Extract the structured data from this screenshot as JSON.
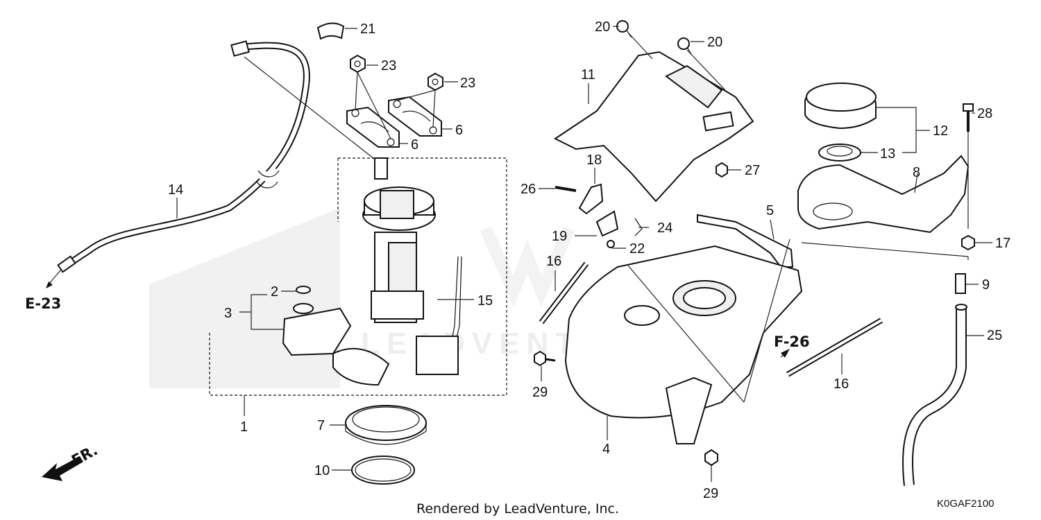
{
  "diagram": {
    "callouts": [
      {
        "id": "c1",
        "text": "1"
      },
      {
        "id": "c2",
        "text": "2"
      },
      {
        "id": "c3",
        "text": "3"
      },
      {
        "id": "c4",
        "text": "4"
      },
      {
        "id": "c5",
        "text": "5"
      },
      {
        "id": "c6a",
        "text": "6"
      },
      {
        "id": "c6b",
        "text": "6"
      },
      {
        "id": "c7",
        "text": "7"
      },
      {
        "id": "c8",
        "text": "8"
      },
      {
        "id": "c9",
        "text": "9"
      },
      {
        "id": "c10",
        "text": "10"
      },
      {
        "id": "c11",
        "text": "11"
      },
      {
        "id": "c12",
        "text": "12"
      },
      {
        "id": "c13",
        "text": "13"
      },
      {
        "id": "c14",
        "text": "14"
      },
      {
        "id": "c15",
        "text": "15"
      },
      {
        "id": "c16a",
        "text": "16"
      },
      {
        "id": "c16b",
        "text": "16"
      },
      {
        "id": "c17",
        "text": "17"
      },
      {
        "id": "c18",
        "text": "18"
      },
      {
        "id": "c19",
        "text": "19"
      },
      {
        "id": "c20a",
        "text": "20"
      },
      {
        "id": "c20b",
        "text": "20"
      },
      {
        "id": "c21",
        "text": "21"
      },
      {
        "id": "c22",
        "text": "22"
      },
      {
        "id": "c23a",
        "text": "23"
      },
      {
        "id": "c23b",
        "text": "23"
      },
      {
        "id": "c24",
        "text": "24"
      },
      {
        "id": "c25",
        "text": "25"
      },
      {
        "id": "c26",
        "text": "26"
      },
      {
        "id": "c27",
        "text": "27"
      },
      {
        "id": "c28",
        "text": "28"
      },
      {
        "id": "c29a",
        "text": "29"
      },
      {
        "id": "c29b",
        "text": "29"
      }
    ],
    "refs": {
      "e23": "E-23",
      "f26": "F-26",
      "fr": "FR."
    },
    "footer": "Rendered by LeadVenture, Inc.",
    "code": "K0GAF2100",
    "watermark": "LEADVENTURE"
  }
}
